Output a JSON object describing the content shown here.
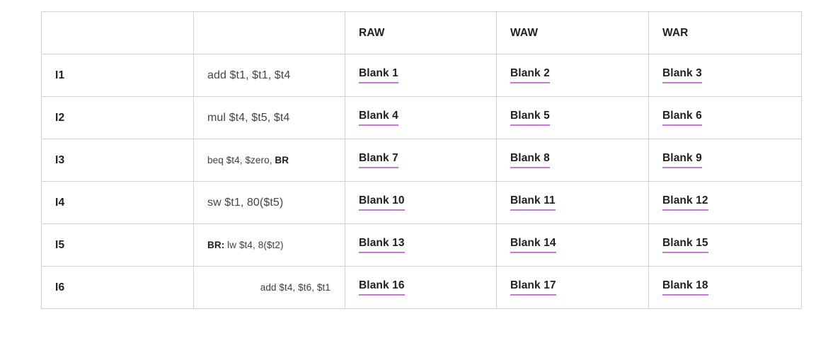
{
  "table": {
    "name": "hazard-table",
    "accent_underline_color": "#c27bd4",
    "border_color": "#d2d2d2",
    "headers": [
      {
        "label": "",
        "key": "instruction-number"
      },
      {
        "label": "",
        "key": "instruction"
      },
      {
        "label": "RAW",
        "key": "raw"
      },
      {
        "label": "WAW",
        "key": "waw"
      },
      {
        "label": "WAR",
        "key": "war"
      }
    ],
    "rows": [
      {
        "label": "I1",
        "instruction": {
          "prefix": "",
          "text": "add $t1, $t1, $t4",
          "suffix": "",
          "size": "normal",
          "align": "left"
        },
        "raw": "Blank 1",
        "waw": "Blank 2",
        "war": "Blank 3"
      },
      {
        "label": "I2",
        "instruction": {
          "prefix": "",
          "text": "mul $t4, $t5, $t4",
          "suffix": "",
          "size": "normal",
          "align": "left"
        },
        "raw": "Blank 4",
        "waw": "Blank 5",
        "war": "Blank 6"
      },
      {
        "label": "I3",
        "instruction": {
          "prefix": "",
          "text": "beq $t4, $zero, ",
          "suffix": "BR",
          "size": "small",
          "align": "left"
        },
        "raw": "Blank 7",
        "waw": "Blank 8",
        "war": "Blank 9"
      },
      {
        "label": "I4",
        "instruction": {
          "prefix": "",
          "text": "sw $t1, 80($t5)",
          "suffix": "",
          "size": "normal",
          "align": "left"
        },
        "raw": "Blank 10",
        "waw": "Blank 11",
        "war": "Blank 12"
      },
      {
        "label": "I5",
        "instruction": {
          "prefix": "BR:",
          "text": " lw $t4, 8($t2)",
          "suffix": "",
          "size": "small",
          "align": "left"
        },
        "raw": "Blank 13",
        "waw": "Blank 14",
        "war": "Blank 15"
      },
      {
        "label": "I6",
        "instruction": {
          "prefix": "",
          "text": "add $t4, $t6, $t1",
          "suffix": "",
          "size": "small",
          "align": "right"
        },
        "raw": "Blank 16",
        "waw": "Blank 17",
        "war": "Blank 18"
      }
    ]
  }
}
